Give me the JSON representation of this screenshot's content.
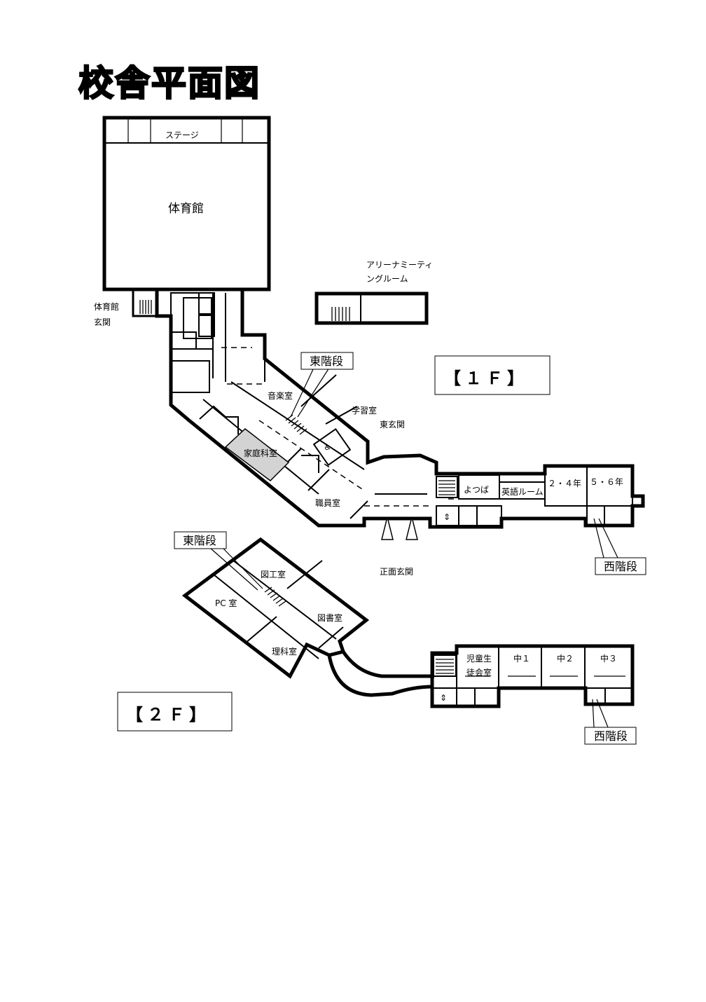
{
  "title": "校舎平面図",
  "floors": {
    "f1": {
      "label": "【１Ｆ】"
    },
    "f2": {
      "label": "【２Ｆ】"
    }
  },
  "rooms_1f": {
    "stage": "ステージ",
    "gym": "体育館",
    "gym_entrance_1": "体育館",
    "gym_entrance_2": "玄関",
    "arena_meeting_1": "アリーナミーティ",
    "arena_meeting_2": "ングルーム",
    "music": "音楽室",
    "study": "学習室",
    "east_entrance": "東玄関",
    "home_ec": "家庭科室",
    "staff": "職員室",
    "yotsuba": "よつば",
    "english": "英語ルーム",
    "grade_2_4": "２・４年",
    "grade_5_6": "５・６年",
    "main_entrance": "正面玄関"
  },
  "rooms_2f": {
    "art": "図工室",
    "pc": "PC 室",
    "library": "図書室",
    "science": "理科室",
    "student_council_1": "児童生",
    "student_council_2": "徒会室",
    "jh1": "中１",
    "jh2": "中２",
    "jh3": "中３"
  },
  "callouts": {
    "east_stairs_1f": "東階段",
    "west_stairs_1f": "西階段",
    "east_stairs_2f": "東階段",
    "west_stairs_2f": "西階段"
  }
}
